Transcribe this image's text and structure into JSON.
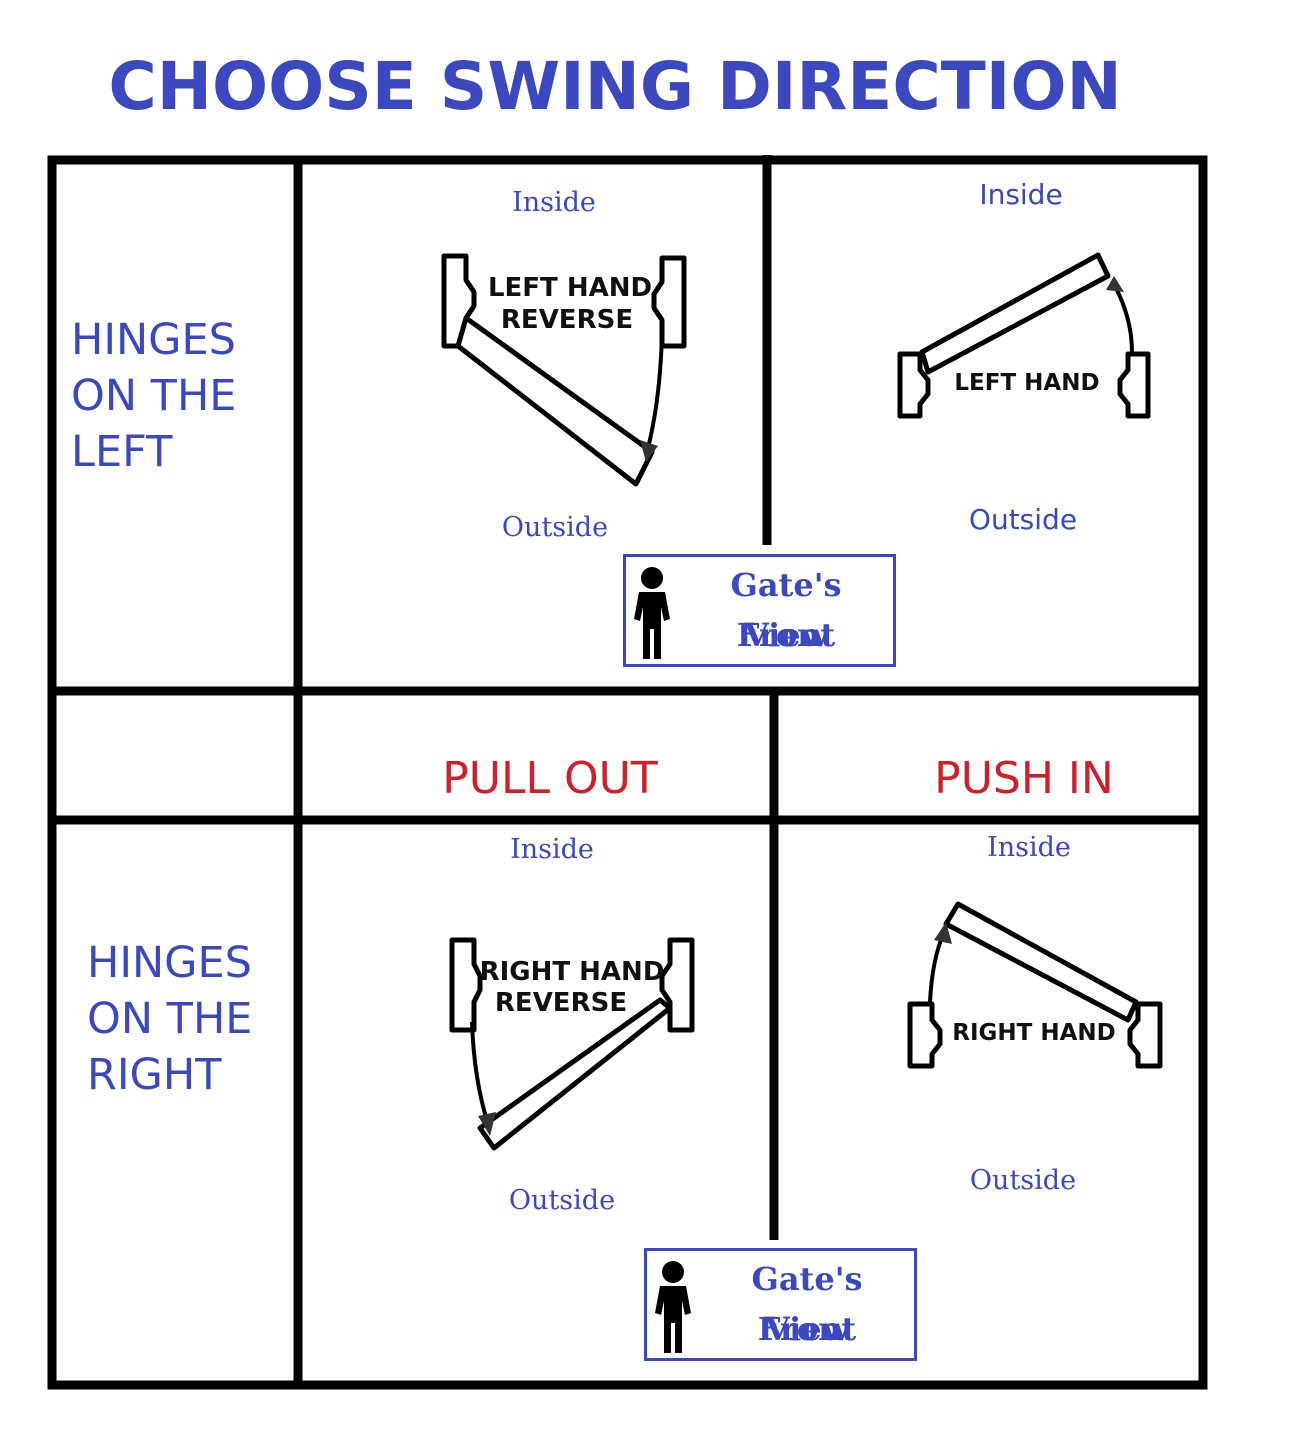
{
  "title": "CHOOSE SWING DIRECTION",
  "rows": {
    "left": "HINGES\nON THE\nLEFT",
    "right": "HINGES\nON THE\nRIGHT"
  },
  "columns": {
    "pull": "PULL OUT",
    "push": "PUSH IN"
  },
  "cells": {
    "left_pull": {
      "inside": "Inside",
      "outside": "Outside",
      "label_line1": "LEFT HAND",
      "label_line2": "REVERSE"
    },
    "left_push": {
      "inside": "Inside",
      "outside": "Outside",
      "label_line1": "LEFT HAND"
    },
    "right_pull": {
      "inside": "Inside",
      "outside": "Outside",
      "label_line1": "RIGHT HAND",
      "label_line2": "REVERSE"
    },
    "right_push": {
      "inside": "Inside",
      "outside": "Outside",
      "label_line1": "RIGHT HAND"
    }
  },
  "gate_front": {
    "line1": "Gate's Front",
    "line2": "View"
  },
  "colors": {
    "blue": "#3b48bf",
    "red": "#cf1f2b",
    "black": "#000000"
  }
}
